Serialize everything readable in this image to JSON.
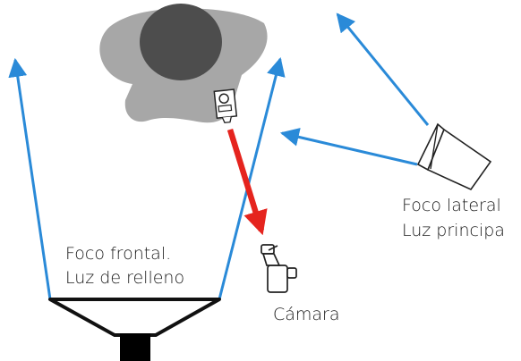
{
  "diagram": {
    "labels": {
      "front_light_line1": "Foco frontal.",
      "front_light_line2": "Luz de relleno",
      "side_light_line1": "Foco lateral",
      "side_light_line2": "Luz principa",
      "camera": "Cámara"
    },
    "colors": {
      "light_ray": "#2a8ad8",
      "camera_direction": "#e5241e",
      "head_silhouette": "#a7a7a7",
      "head_core": "#4d4d4d",
      "softbox": "#000000"
    }
  }
}
